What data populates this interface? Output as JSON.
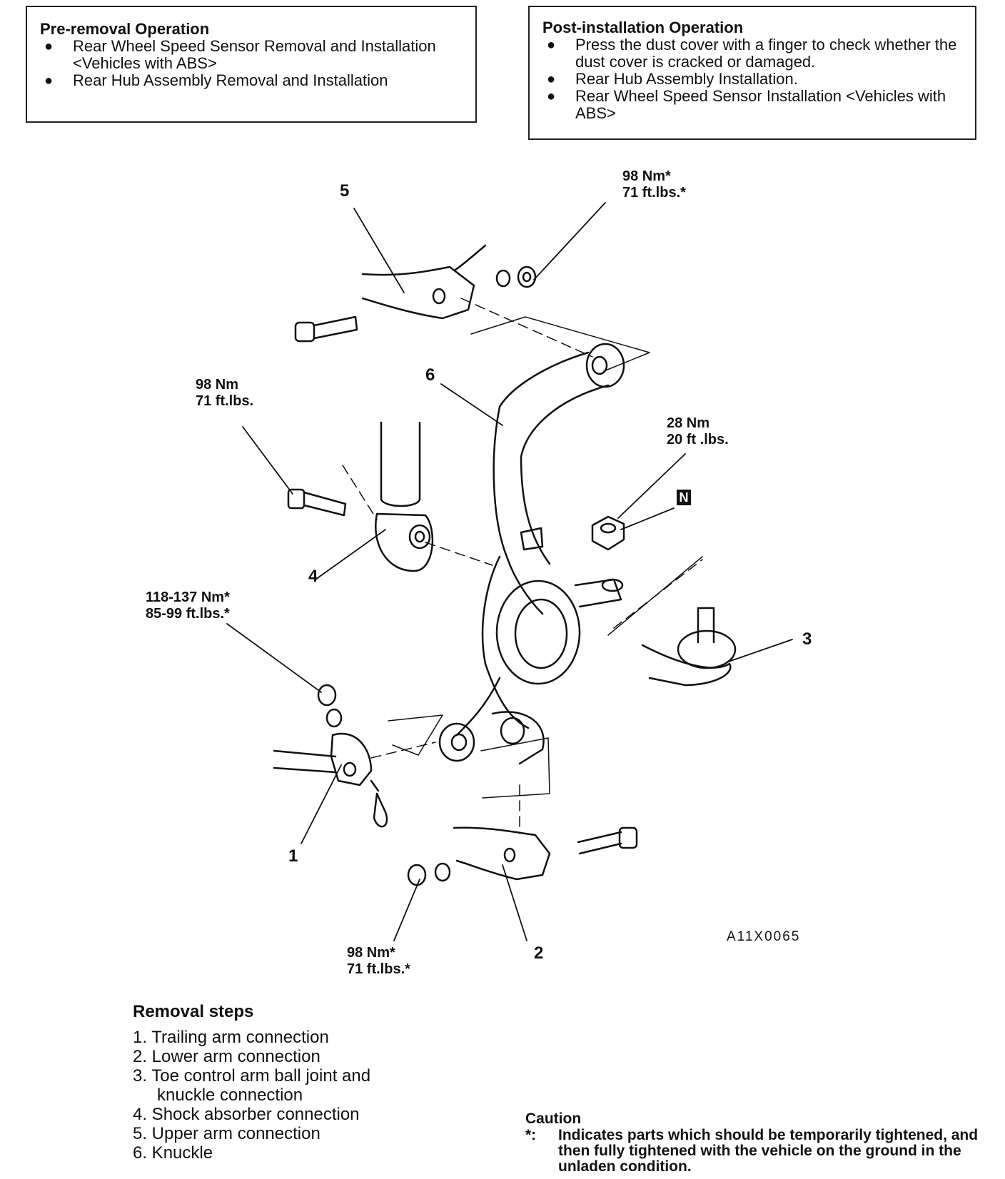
{
  "pre_removal": {
    "title": "Pre-removal Operation",
    "items": [
      "Rear Wheel Speed Sensor Removal and Installation <Vehicles with ABS>",
      "Rear Hub Assembly Removal and Installation"
    ]
  },
  "post_installation": {
    "title": "Post-installation Operation",
    "items": [
      "Press the dust cover with a finger to check whether the dust cover is cracked or damaged.",
      "Rear Hub Assembly Installation.",
      "Rear Wheel Speed Sensor Installation <Vehicles with ABS>"
    ]
  },
  "torque_labels": {
    "upper_nut": [
      "98 Nm*",
      "71 ft.lbs.*"
    ],
    "shock_bolt": [
      "98 Nm",
      "71 ft.lbs."
    ],
    "ball_joint_nut": [
      "28 Nm",
      "20 ft .lbs."
    ],
    "trailing_nut": [
      "118-137 Nm*",
      "85-99 ft.lbs.*"
    ],
    "lower_nut": [
      "98 Nm*",
      "71 ft.lbs.*"
    ]
  },
  "callouts": {
    "n1": "1",
    "n2": "2",
    "n3": "3",
    "n4": "4",
    "n5": "5",
    "n6": "6"
  },
  "new_part_mark": "N",
  "figure_code": "A11X0065",
  "removal_steps": {
    "title": "Removal steps",
    "items": [
      "1. Trailing arm connection",
      "2. Lower arm connection",
      "3. Toe control arm ball joint and",
      "knuckle connection",
      "4. Shock absorber connection",
      "5. Upper arm connection",
      "6. Knuckle"
    ]
  },
  "caution": {
    "title": "Caution",
    "mark": "*:",
    "text": "Indicates parts which should be temporarily tightened, and then fully tightened with the vehicle on the ground in the unladen condition."
  },
  "bullet_glyph": "●"
}
